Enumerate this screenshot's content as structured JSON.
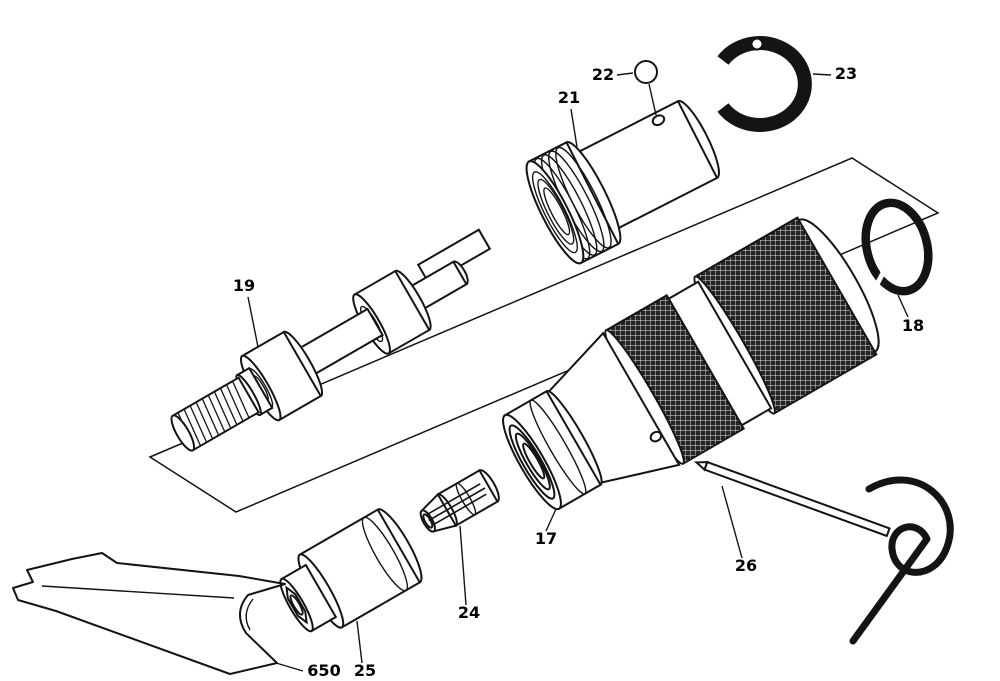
{
  "diagram": {
    "type": "exploded-parts-diagram",
    "background": "#ffffff",
    "line_color": "#141414",
    "knurl_dark": "#242424",
    "knurl_light": "#e8e8e8",
    "parts": [
      {
        "label": "17",
        "name": "grinder-body-housing"
      },
      {
        "label": "18",
        "name": "retaining-ring"
      },
      {
        "label": "19",
        "name": "spindle-shaft-assembly"
      },
      {
        "label": "21",
        "name": "threaded-coupling-housing"
      },
      {
        "label": "22",
        "name": "steel-ball"
      },
      {
        "label": "23",
        "name": "clamp-sleeve"
      },
      {
        "label": "24",
        "name": "collet"
      },
      {
        "label": "25",
        "name": "collet-nut"
      },
      {
        "label": "26",
        "name": "pin-with-retaining-clip"
      },
      {
        "label": "650",
        "name": "open-end-wrench"
      }
    ]
  }
}
